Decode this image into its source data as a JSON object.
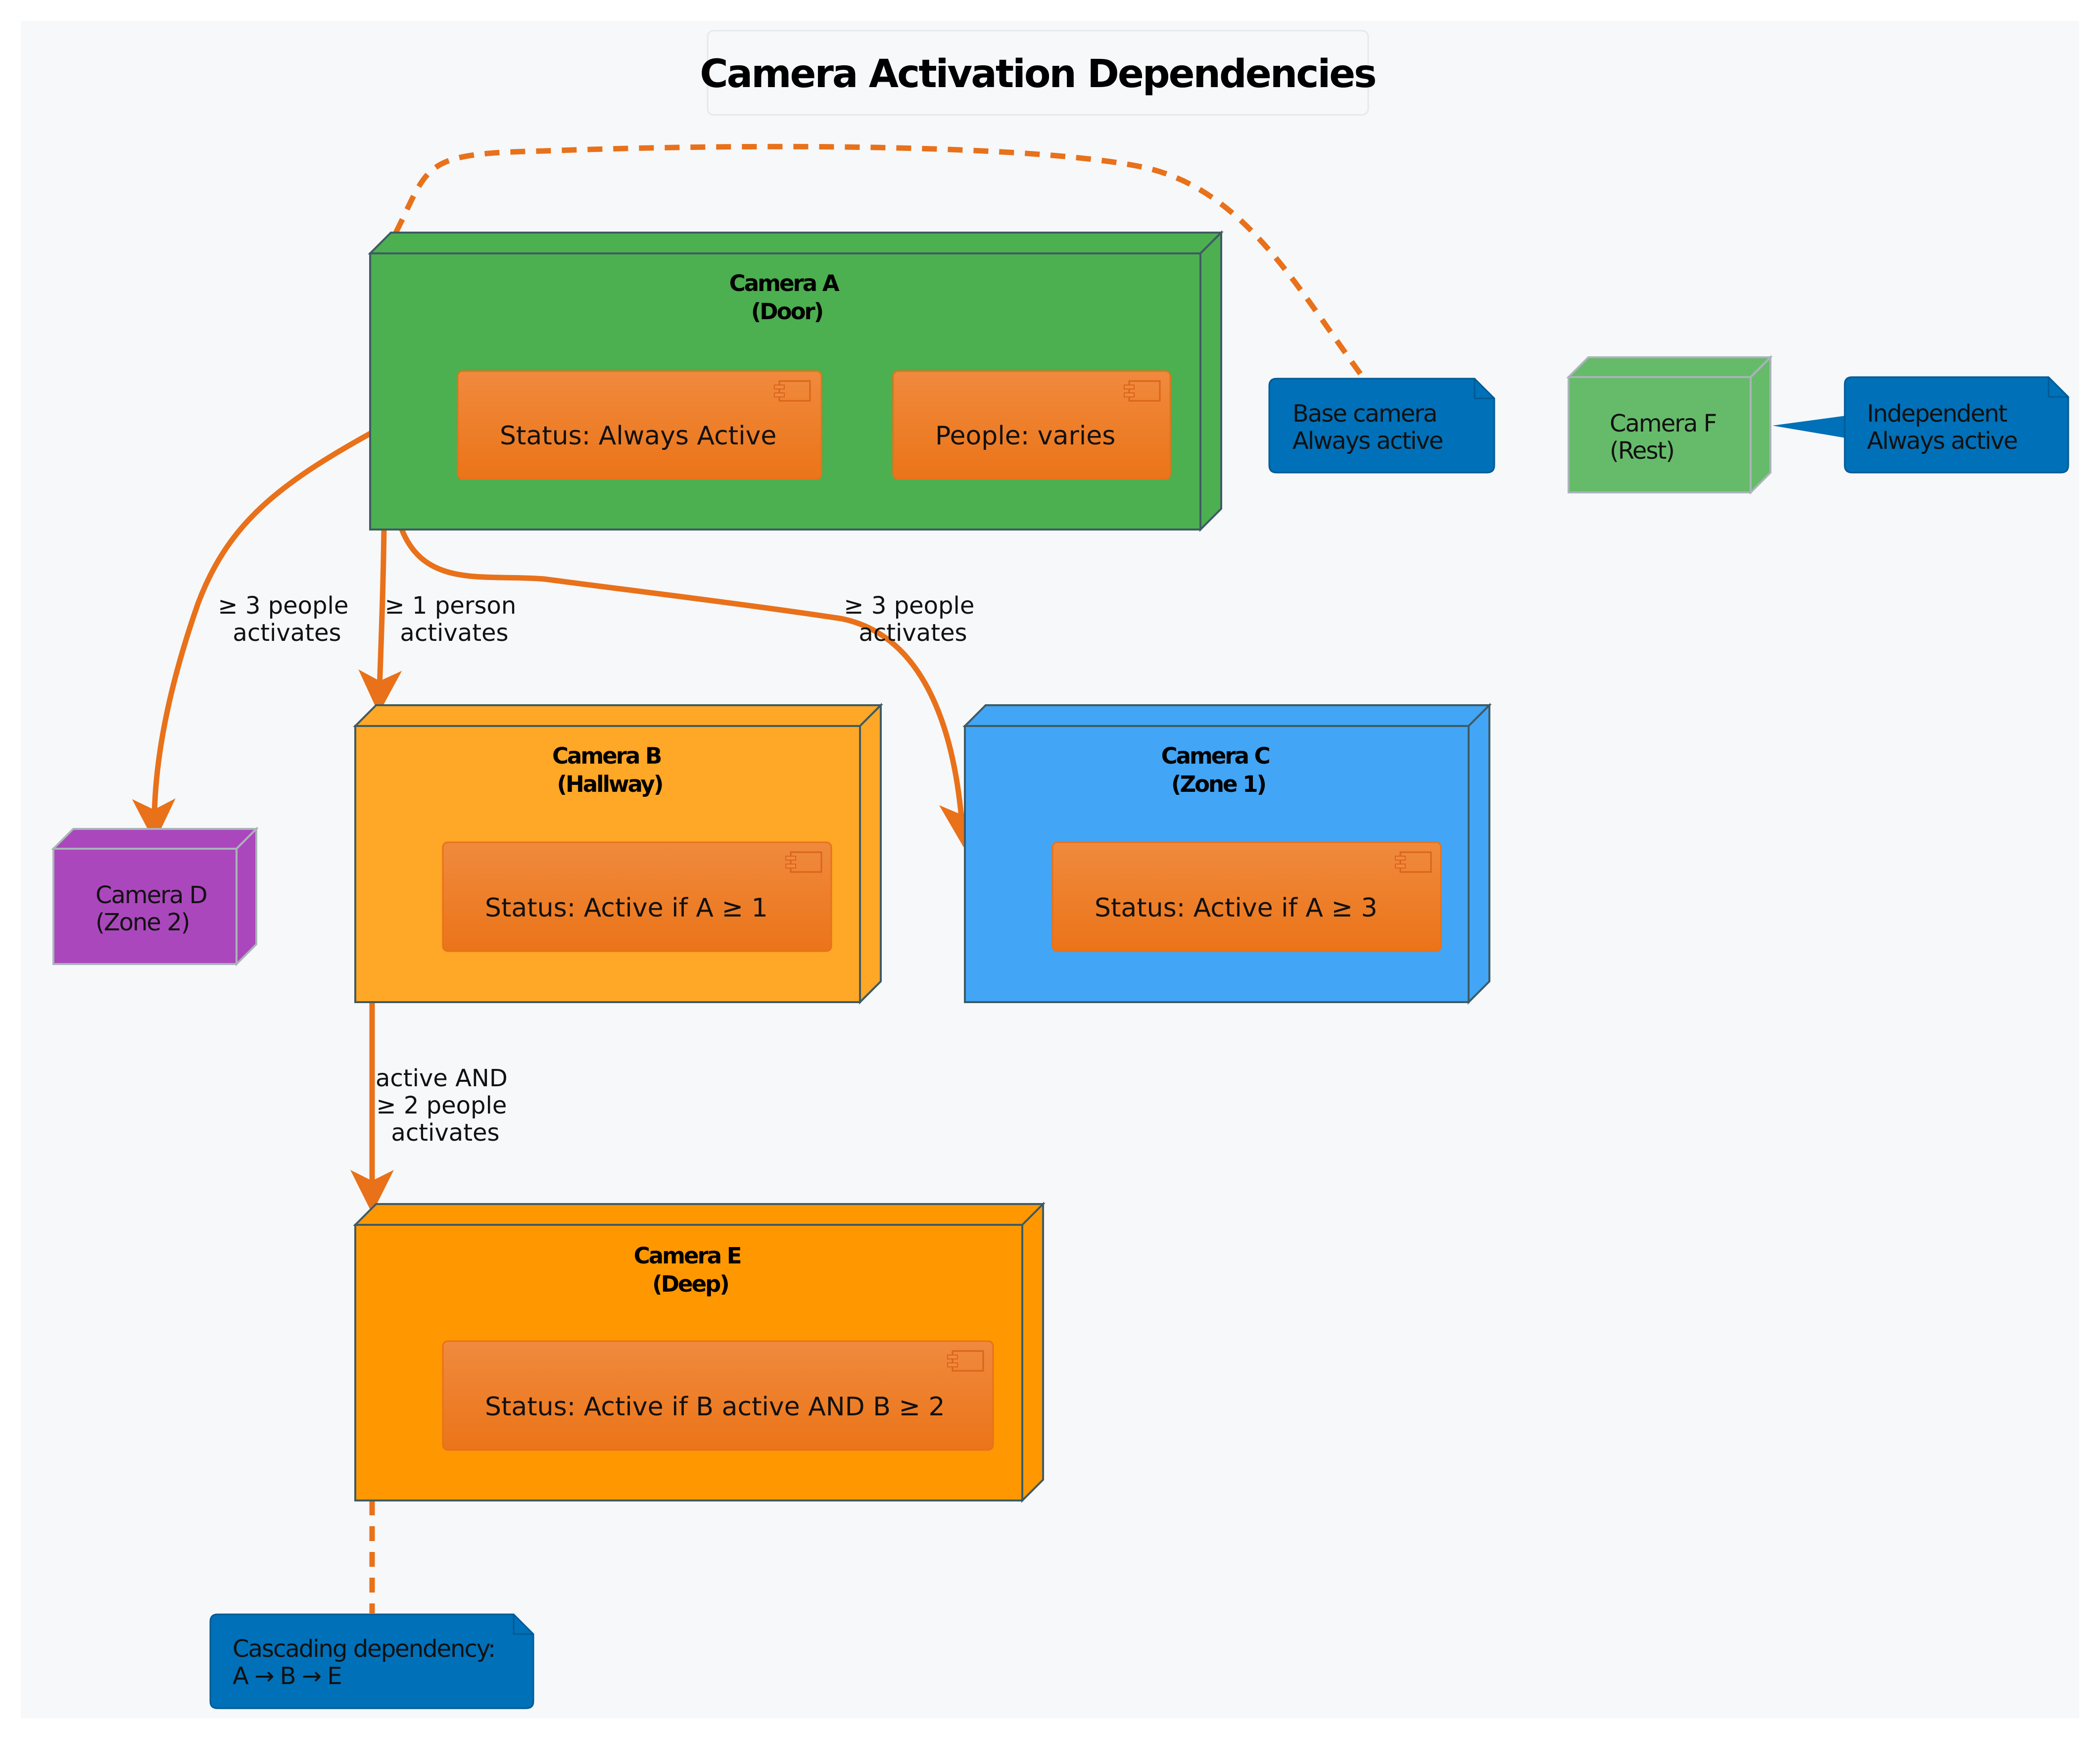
{
  "title": "Camera Activation Dependencies",
  "nodes": {
    "camera_a": {
      "name": "Camera A",
      "sub": "(Door)",
      "fill": "#4CAF50",
      "components": [
        "Status: Always Active",
        "People: varies"
      ]
    },
    "camera_b": {
      "name": "Camera B",
      "sub": "(Hallway)",
      "fill": "#FFA726",
      "components": [
        "Status: Active if A ≥ 1"
      ]
    },
    "camera_c": {
      "name": "Camera C",
      "sub": "(Zone 1)",
      "fill": "#42A5F5",
      "components": [
        "Status: Active if A ≥ 3"
      ]
    },
    "camera_d": {
      "name": "Camera D",
      "sub": "(Zone 2)",
      "fill": "#AB47BC"
    },
    "camera_e": {
      "name": "Camera E",
      "sub": "(Deep)",
      "fill": "#FF9800",
      "components": [
        "Status: Active if B active AND B ≥ 2"
      ]
    },
    "camera_f": {
      "name": "Camera F",
      "sub": "(Rest)",
      "fill": "#66BB6A"
    }
  },
  "notes": {
    "base": [
      "Base camera",
      "Always active"
    ],
    "independent": [
      "Independent",
      "Always active"
    ],
    "cascading": [
      "Cascading dependency:",
      "A → B → E"
    ]
  },
  "edges": {
    "a_to_d": [
      "≥ 3 people",
      "activates"
    ],
    "a_to_b": [
      "≥ 1 person",
      "activates"
    ],
    "a_to_c": [
      "≥ 3 people",
      "activates"
    ],
    "b_to_e": [
      "active AND",
      "≥ 2 people",
      "activates"
    ]
  },
  "colors": {
    "edge": "#E8711A",
    "note": "#0070B8",
    "component": "#EE7A22",
    "background": "#F6F8FA"
  }
}
